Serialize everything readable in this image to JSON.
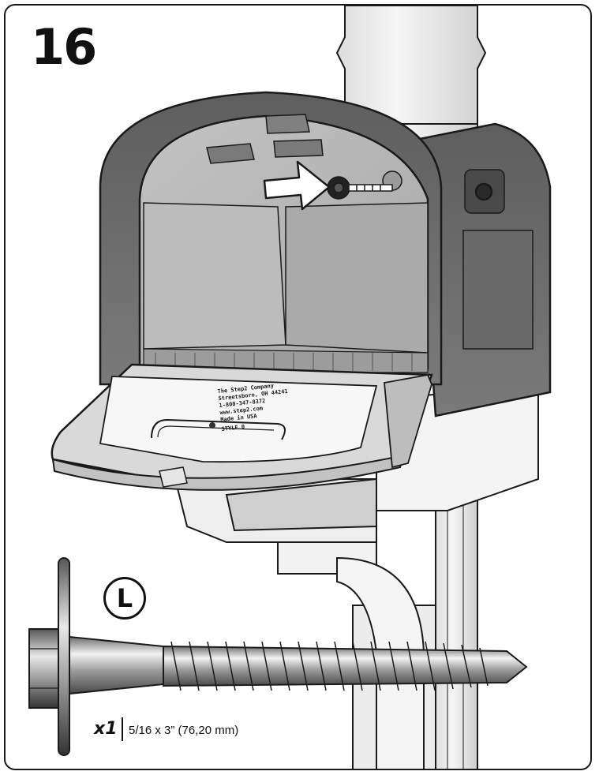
{
  "step": {
    "number": "16"
  },
  "part": {
    "letter": "L",
    "quantity": "x1",
    "size": "5/16 x 3” (76,20 mm)"
  },
  "door_label": {
    "lines": [
      "The Step2 Company",
      "Streetsboro, OH 44241",
      "1-800-347-8372",
      "www.step2.com",
      "Made in USA",
      "STYLE 0"
    ]
  },
  "colors": {
    "line": "#1a1a1a",
    "mailbox_body": "#6d6d6d",
    "interior": "#b5b5b5",
    "post": "#f1f1f1"
  },
  "icons": [
    "arrow-icon",
    "screw-icon",
    "mailbox-illustration"
  ]
}
